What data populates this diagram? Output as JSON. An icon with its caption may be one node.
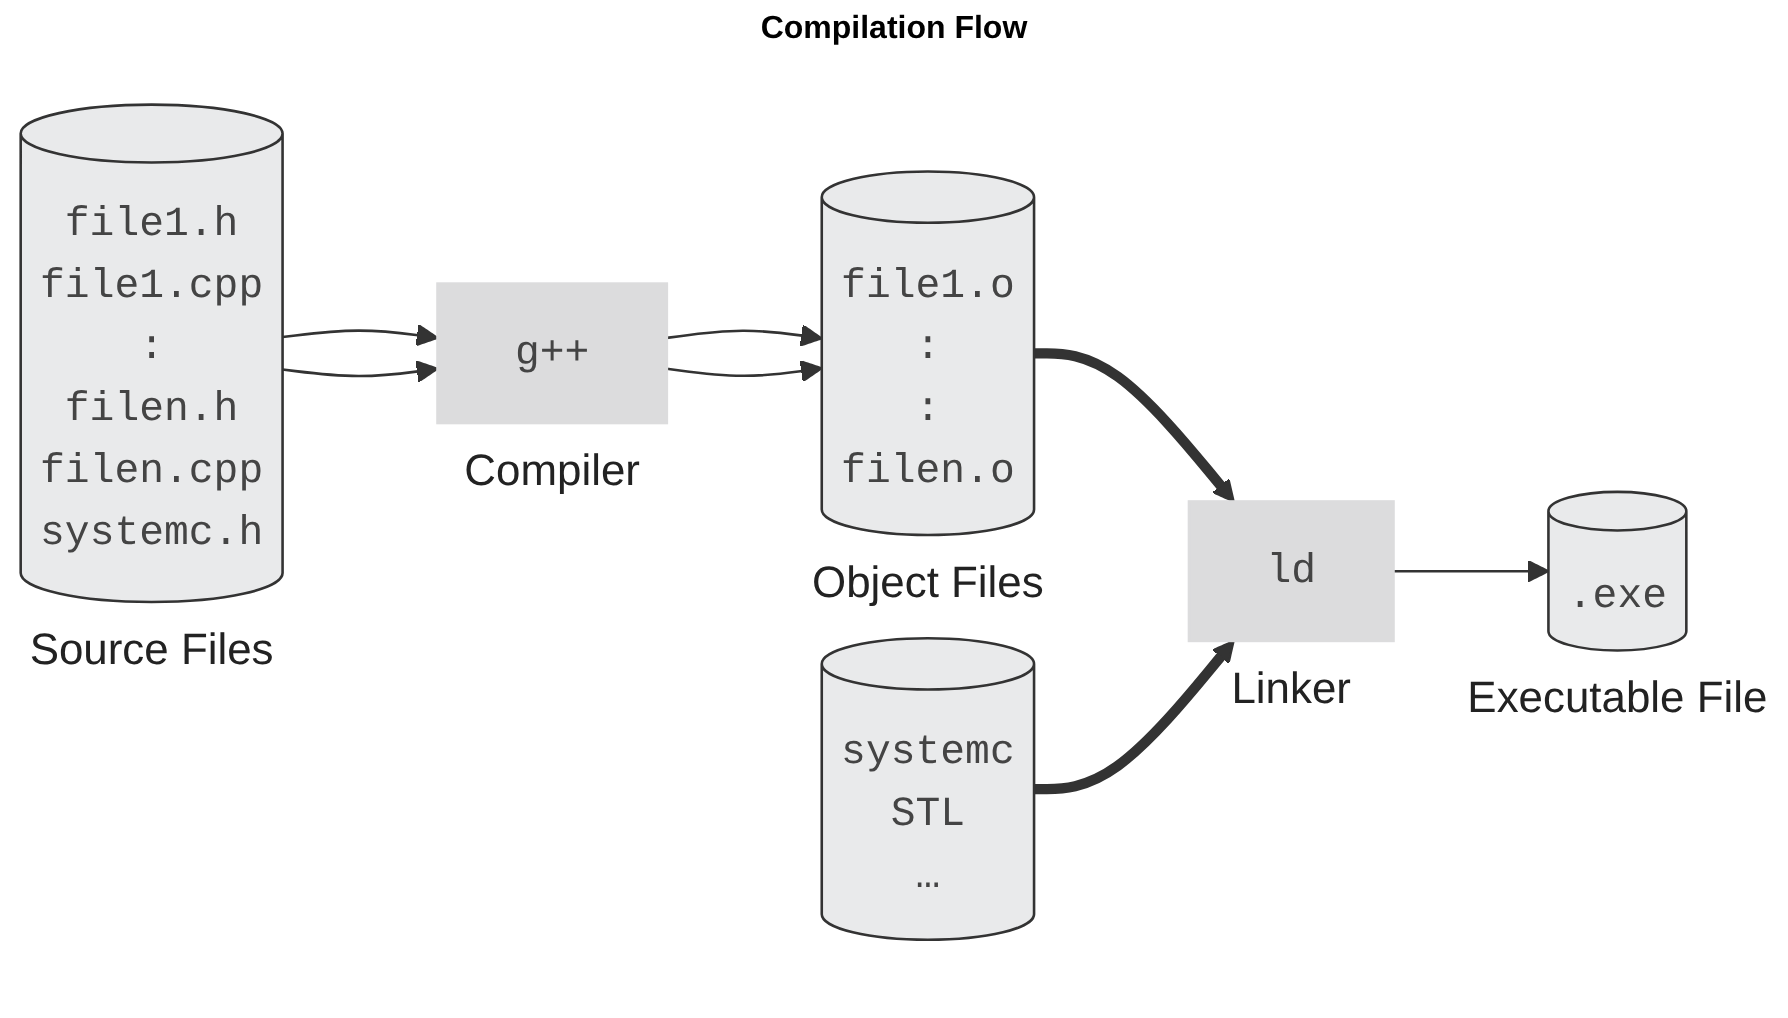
{
  "diagram": {
    "title": "Compilation Flow",
    "nodes": [
      {
        "text": [
          "file1.h file1.cpp : filen.h filen.cpp",
          "systemc.h"
        ],
        "beside": [
          "Source Files"
        ]
      },
      {
        "text": [
          "g++"
        ],
        "beside": [
          "Compiler"
        ]
      },
      {
        "text": [
          "file1.o : : filen.o"
        ],
        "beside": [
          "Object Files"
        ]
      },
      {
        "text": [
          "systemc STL …"
        ]
      },
      {
        "text": [
          "ld"
        ],
        "beside": [
          "Linker"
        ]
      },
      {
        "text": [
          ".exe"
        ],
        "beside": [
          "Executable File"
        ]
      }
    ],
    "edges": [
      {
        "from": 0,
        "to": 1,
        "arrow": "to"
      },
      {
        "from": 0,
        "to": 1,
        "arrow": "to"
      },
      {
        "from": 1,
        "to": 2,
        "arrow": "to"
      },
      {
        "from": 1,
        "to": 2,
        "arrow": "to"
      },
      {
        "from": 2,
        "to": 4,
        "arrow": "to",
        "style": "thick"
      },
      {
        "from": 3,
        "to": 4,
        "arrow": "to",
        "style": "thick"
      },
      {
        "from": 4,
        "to": 5,
        "arrow": "to"
      }
    ]
  }
}
